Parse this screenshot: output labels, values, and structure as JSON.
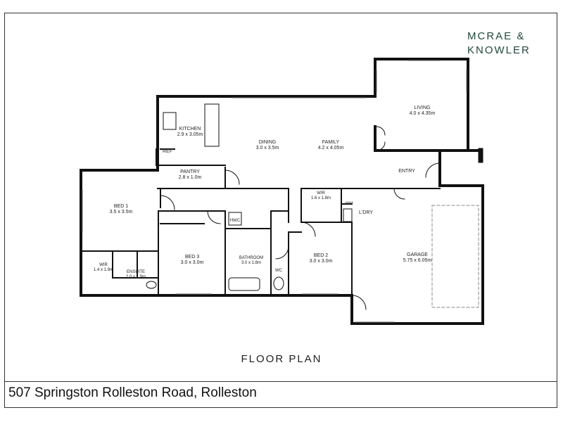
{
  "brand": {
    "line1": "MCRAE &",
    "line2": "KNOWLER"
  },
  "plan_title": "FLOOR PLAN",
  "address": "507 Springston Rolleston Road, Rolleston",
  "rooms": {
    "living": {
      "name": "LIVING",
      "size": "4.0 x 4.35m"
    },
    "kitchen": {
      "name": "KITCHEN",
      "size": "2.9 x 3.05m"
    },
    "dining": {
      "name": "DINING",
      "size": "3.0 x 3.5m"
    },
    "family": {
      "name": "FAMILY",
      "size": "4.2 x 4.05m"
    },
    "ref": {
      "name": "REF"
    },
    "pantry": {
      "name": "PANTRY",
      "size": "2.8 x 1.0m"
    },
    "entry": {
      "name": "ENTRY"
    },
    "bed1": {
      "name": "BED 1",
      "size": "3.5 x 3.5m"
    },
    "wir1": {
      "name": "WIR",
      "size": "1.4 x 1.9m"
    },
    "ensuite": {
      "name": "ENSUITE",
      "size": "2.0 x 1.9m"
    },
    "bed3": {
      "name": "BED 3",
      "size": "3.0 x 3.0m"
    },
    "hwc": {
      "name": "HWC"
    },
    "bathroom": {
      "name": "BATHROOM",
      "size": "3.0 x 1.8m"
    },
    "wc": {
      "name": "WC"
    },
    "wir2": {
      "name": "WIR",
      "size": "1.6 x 1.8m"
    },
    "wm": {
      "name": "WM"
    },
    "ldry": {
      "name": "L'DRY"
    },
    "bed2": {
      "name": "BED 2",
      "size": "3.0 x 3.0m"
    },
    "garage": {
      "name": "GARAGE",
      "size": "5.75 x 6.05m"
    }
  }
}
